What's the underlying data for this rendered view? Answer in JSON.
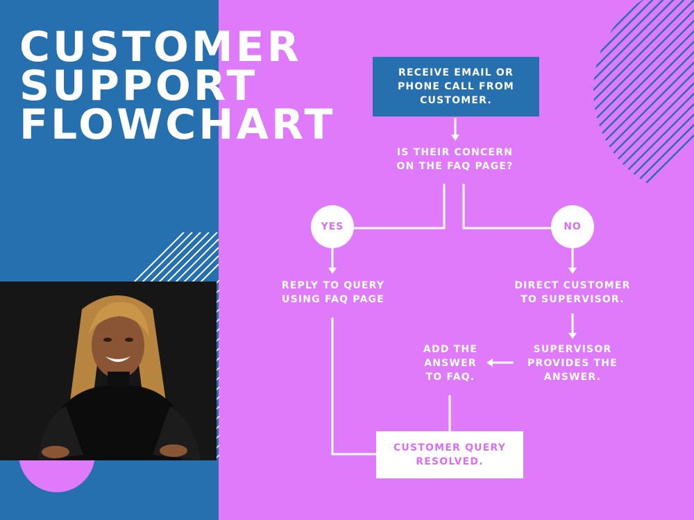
{
  "title": {
    "line1": "CUSTOMER",
    "line2": "SUPPORT",
    "line3": "FLOWCHART"
  },
  "flow": {
    "start": {
      "line1": "RECEIVE EMAIL OR",
      "line2": "PHONE CALL FROM",
      "line3": "CUSTOMER."
    },
    "question": {
      "line1": "IS THEIR CONCERN",
      "line2": "ON THE FAQ PAGE?"
    },
    "yes_label": "YES",
    "no_label": "NO",
    "reply": {
      "line1": "REPLY TO QUERY",
      "line2": "USING FAQ PAGE"
    },
    "direct": {
      "line1": "DIRECT CUSTOMER",
      "line2": "TO SUPERVISOR."
    },
    "supervisor": {
      "line1": "SUPERVISOR",
      "line2": "PROVIDES THE",
      "line3": "ANSWER."
    },
    "add_answer": {
      "line1": "ADD THE",
      "line2": "ANSWER",
      "line3": "TO FAQ."
    },
    "resolved": {
      "line1": "CUSTOMER QUERY",
      "line2": "RESOLVED."
    }
  },
  "colors": {
    "blue": "#2670b0",
    "pink": "#df7bfb",
    "white": "#ffffff",
    "pink_text": "#d86ef2"
  }
}
